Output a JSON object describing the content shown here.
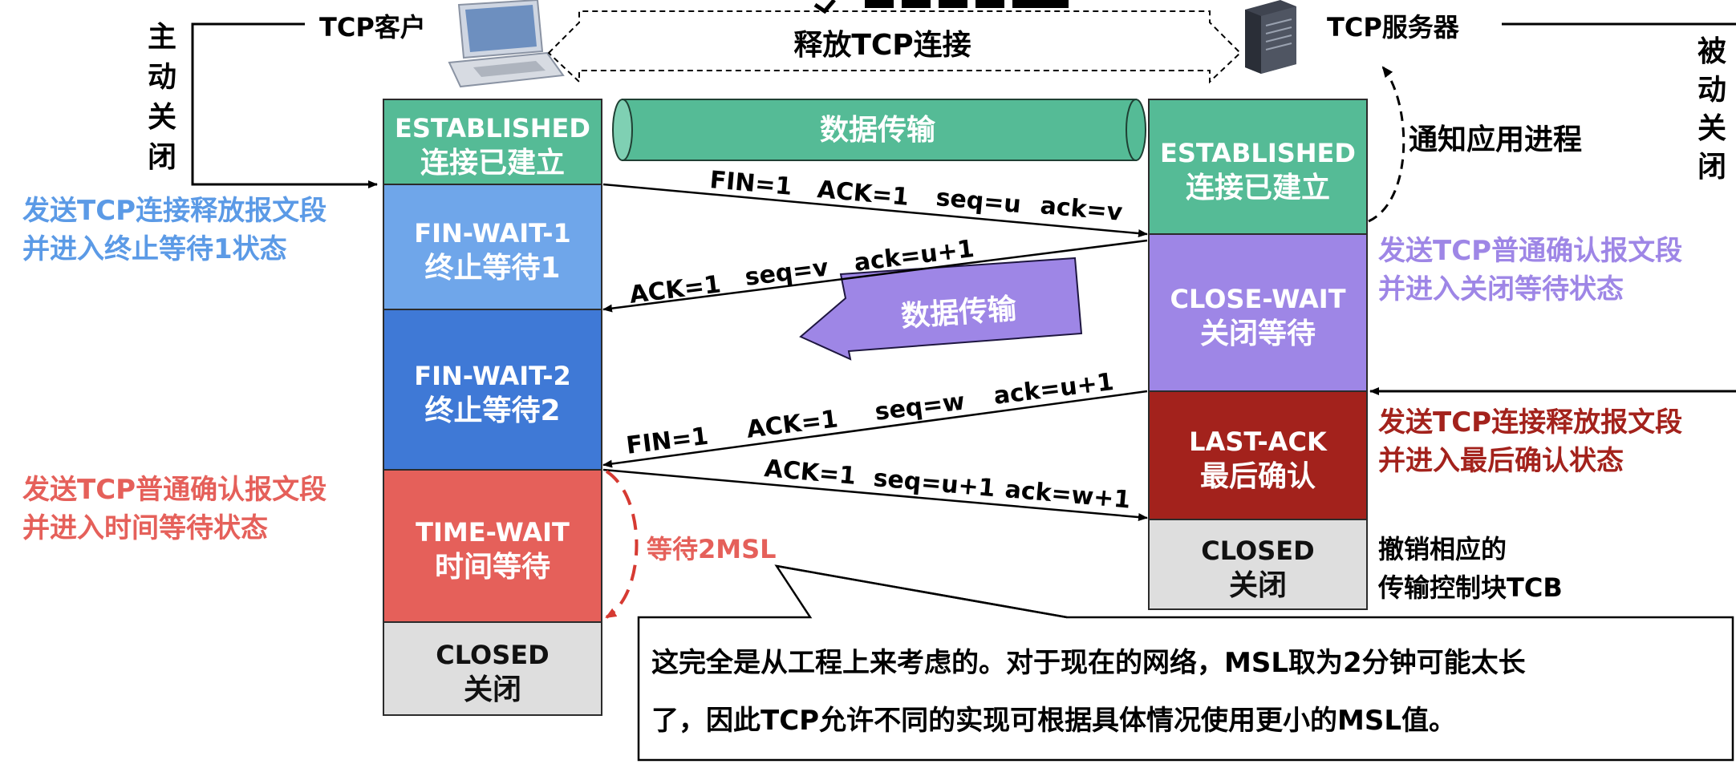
{
  "header": {
    "client_label": "TCP客户",
    "server_label": "TCP服务器",
    "release_label": "释放TCP连接"
  },
  "side_labels": {
    "active_close": "主动关闭",
    "passive_close": "被动关闭",
    "notify_app": "通知应用进程"
  },
  "client_states": [
    {
      "en": "ESTABLISHED",
      "cn": "连接已建立",
      "color": "#55bb96"
    },
    {
      "en": "FIN-WAIT-1",
      "cn": "终止等待1",
      "color": "#6fa6ea"
    },
    {
      "en": "FIN-WAIT-2",
      "cn": "终止等待2",
      "color": "#3f79d6"
    },
    {
      "en": "TIME-WAIT",
      "cn": "时间等待",
      "color": "#e5605a"
    },
    {
      "en": "CLOSED",
      "cn": "关闭",
      "color": "#dedede"
    }
  ],
  "server_states": [
    {
      "en": "ESTABLISHED",
      "cn": "连接已建立",
      "color": "#55bb96"
    },
    {
      "en": "CLOSE-WAIT",
      "cn": "关闭等待",
      "color": "#9e86e6"
    },
    {
      "en": "LAST-ACK",
      "cn": "最后确认",
      "color": "#a3221c"
    },
    {
      "en": "CLOSED",
      "cn": "关闭",
      "color": "#dedede"
    }
  ],
  "data_transfer_1": "数据传输",
  "data_transfer_2": "数据传输",
  "segments": {
    "seg1": {
      "fin": "FIN=1",
      "ack": "ACK=1",
      "seq": "seq=u",
      "ackn": "ack=v"
    },
    "seg2": {
      "ack": "ACK=1",
      "seq": "seq=v",
      "ackn": "ack=u+1"
    },
    "seg3": {
      "fin": "FIN=1",
      "ack": "ACK=1",
      "seq": "seq=w",
      "ackn": "ack=u+1"
    },
    "seg4": {
      "ack": "ACK=1",
      "seq": "seq=u+1",
      "ackn": "ack=w+1"
    }
  },
  "annotations": {
    "left1_l1": "发送TCP连接释放报文段",
    "left1_l2": "并进入终止等待1状态",
    "left2_l1": "发送TCP普通确认报文段",
    "left2_l2": "并进入时间等待状态",
    "right1_l1": "发送TCP普通确认报文段",
    "right1_l2": "并进入关闭等待状态",
    "right2_l1": "发送TCP连接释放报文段",
    "right2_l2": "并进入最后确认状态",
    "right3_l1": "撤销相应的",
    "right3_l2": "传输控制块TCB",
    "wait_2msl": "等待2MSL"
  },
  "note": {
    "line1": "这完全是从工程上来考虑的。对于现在的网络，MSL取为2分钟可能太长",
    "line2": "了，因此TCP允许不同的实现可根据具体情况使用更小的MSL值。"
  },
  "colors": {
    "blue_text": "#5b9ae6",
    "red_text": "#e5605a",
    "purple_text": "#9e86e6",
    "darkred_text": "#a3221c",
    "green": "#55bb96",
    "purple": "#9e86e6"
  }
}
